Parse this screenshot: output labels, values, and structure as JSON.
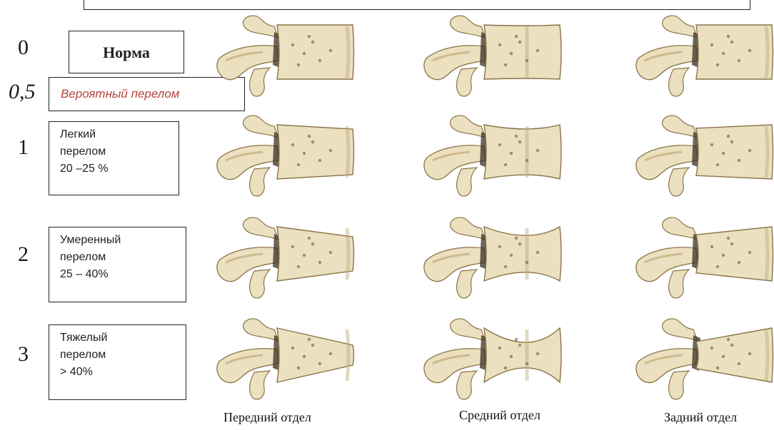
{
  "grades": [
    {
      "num": "0",
      "lines": [
        "Норма"
      ]
    },
    {
      "num": "0,5",
      "lines": [
        "Вероятный перелом"
      ]
    },
    {
      "num": "1",
      "lines": [
        "Легкий",
        "перелом",
        "20 –25 %"
      ]
    },
    {
      "num": "2",
      "lines": [
        "Умеренный",
        "перелом",
        "25 – 40%"
      ]
    },
    {
      "num": "3",
      "lines": [
        "Тяжелый",
        "перелом",
        "> 40%"
      ]
    }
  ],
  "columns": [
    "Передний отдел",
    "Средний отдел",
    "Задний отдел"
  ],
  "colors": {
    "bone": "#ebe0bf",
    "bone_shade": "#c2aa78",
    "bone_outline": "#8a7447",
    "probable_text": "#b5443d"
  },
  "icons": [
    "vertebra-illustration"
  ]
}
